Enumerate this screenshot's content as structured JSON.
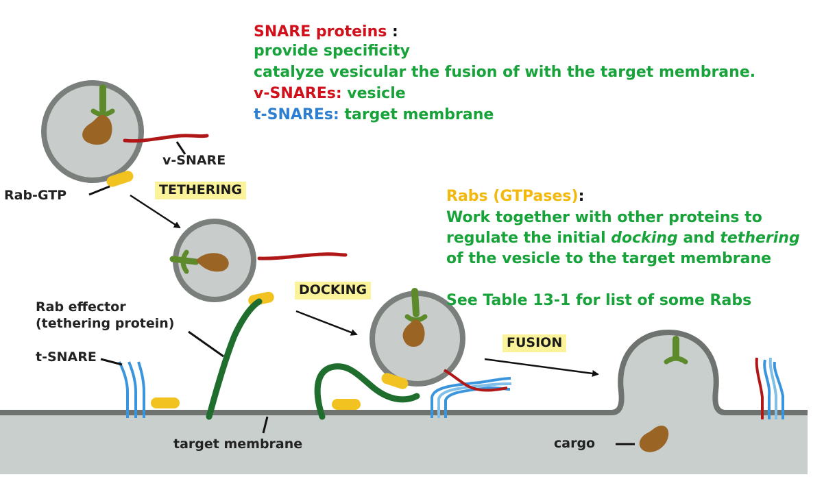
{
  "snare_box": {
    "heading": "SNARE proteins",
    "heading_colon": " :",
    "line1": "provide specificity",
    "line2": "catalyze vesicular the fusion of with the target membrane.",
    "v_key": "v-SNAREs:",
    "v_val": " vesicle",
    "t_key": "t-SNAREs:",
    "t_val": " target membrane"
  },
  "rabs_box": {
    "heading": "Rabs (GTPases)",
    "heading_colon": ":",
    "line1": "Work together with other proteins to",
    "line2_a": "regulate the initial ",
    "line2_b": "docking",
    "line2_c": " and ",
    "line2_d": "tethering",
    "line3": "of the vesicle to the target membrane",
    "note": "See Table 13-1 for list of some Rabs"
  },
  "steps": {
    "tethering": "TETHERING",
    "docking": "DOCKING",
    "fusion": "FUSION"
  },
  "labels": {
    "v_snare": "v-SNARE",
    "rab_gtp": "Rab-GTP",
    "rab_effector_1": "Rab effector",
    "rab_effector_2": "(tethering protein)",
    "t_snare": "t-SNARE",
    "target_membrane": "target membrane",
    "cargo": "cargo"
  },
  "colors": {
    "snare_red": "#d0101a",
    "text_green": "#17a33a",
    "t_snare_blue": "#2f7fd0",
    "rab_gold": "#f2b80c",
    "step_highlight": "#fbf39a",
    "membrane_gray": "#6e7370",
    "cytosol_gray": "#c9cfcc",
    "tether_green": "#1f6e2e",
    "cargo_brown": "#9a6424"
  }
}
